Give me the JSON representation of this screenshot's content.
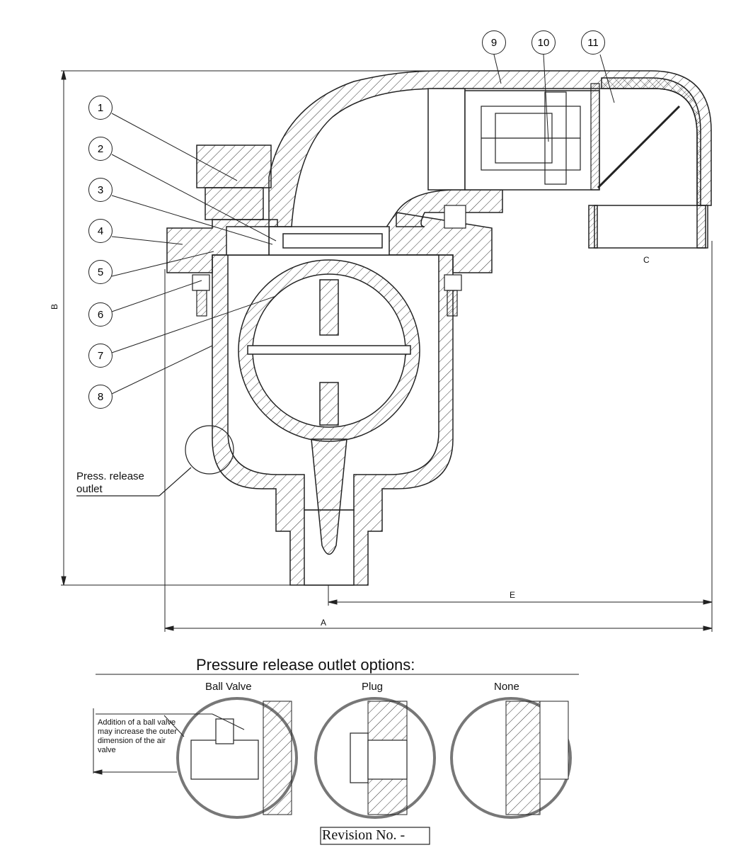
{
  "balloons": [
    "1",
    "2",
    "3",
    "4",
    "5",
    "6",
    "7",
    "8",
    "9",
    "10",
    "11"
  ],
  "dimensions": {
    "a": "A",
    "b": "B",
    "c": "C",
    "e": "E"
  },
  "callouts": {
    "press_release_line1": "Press. release",
    "press_release_line2": "outlet"
  },
  "options": {
    "title": "Pressure release outlet options:",
    "ball_valve": "Ball Valve",
    "plug": "Plug",
    "none": "None",
    "note": "Addition of a ball valve may increase the outer dimension of the air valve"
  },
  "revision": "Revision No. -"
}
